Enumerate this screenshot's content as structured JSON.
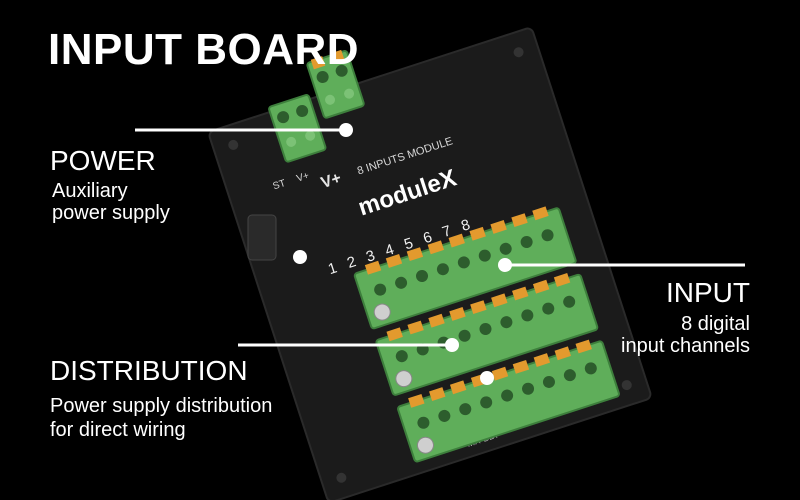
{
  "title": "INPUT BOARD",
  "board": {
    "brand": "moduleX",
    "module_label": "8 INPUTS MODULE",
    "silk_st": "ST",
    "silk_vplus_small": "V+",
    "silk_vplus_big": "V+",
    "channel_numbers": [
      "1",
      "2",
      "3",
      "4",
      "5",
      "6",
      "7",
      "8"
    ],
    "part_number": "MX-BDI"
  },
  "callouts": {
    "power": {
      "heading": "POWER",
      "line1": "Auxiliary",
      "line2": "power supply"
    },
    "input": {
      "heading": "INPUT",
      "line1": "8 digital",
      "line2": "input channels"
    },
    "distribution": {
      "heading": "DISTRIBUTION",
      "line1": "Power supply distribution",
      "line2": "for direct wiring"
    }
  },
  "colors": {
    "background": "#000000",
    "pcb": "#1b1b1b",
    "connector_green": "#5fae5a",
    "connector_dark": "#3d7f3c",
    "lever_orange": "#e39a2e",
    "text": "#ffffff"
  }
}
